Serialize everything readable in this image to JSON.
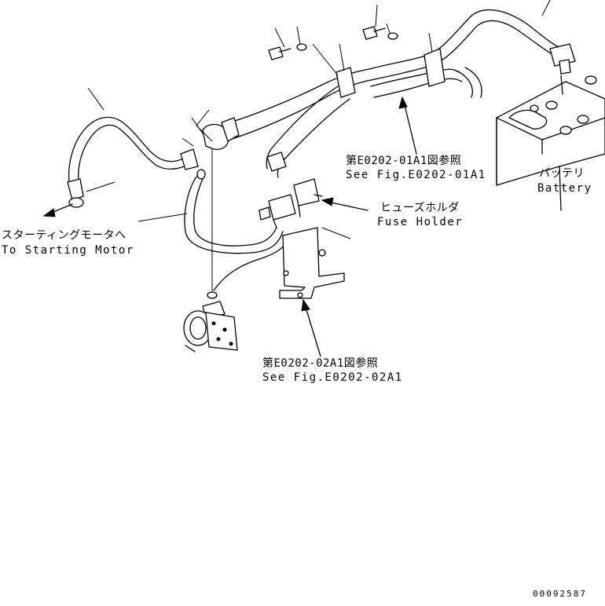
{
  "labels": {
    "starting_motor_jp": "スターティングモータへ",
    "starting_motor_en": "To Starting Motor",
    "fig_01_jp": "第E0202-01A1図参照",
    "fig_01_en": "See Fig.E0202-01A1",
    "fuse_holder_jp": "ヒューズホルダ",
    "fuse_holder_en": "Fuse Holder",
    "battery_jp": "バッテリ",
    "battery_en": "Battery",
    "fig_02_jp": "第E0202-02A1図参照",
    "fig_02_en": "See Fig.E0202-02A1",
    "drawing_number": "00092587"
  },
  "icons": [
    "arrow-starting-motor-icon",
    "arrow-fig-01-icon",
    "arrow-fuse-holder-icon",
    "arrow-fig-02-icon"
  ]
}
